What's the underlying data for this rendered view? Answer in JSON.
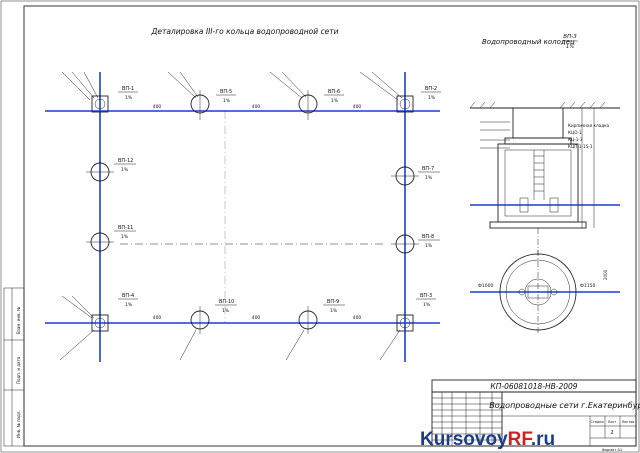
{
  "drawing": {
    "ring_title": "Деталировка III-го кольца водопроводной сети",
    "well_title": "Водопроводный колодец",
    "well_fraction": {
      "num": "ВП-3",
      "den": "1%"
    }
  },
  "wells": [
    {
      "label": "ВП-5",
      "slope": "1%"
    },
    {
      "label": "ВП-6",
      "slope": "1%"
    },
    {
      "label": "ВП-2",
      "slope": "1%"
    },
    {
      "label": "ВП-1",
      "slope": "1%"
    },
    {
      "label": "ВП-12",
      "slope": "1%"
    },
    {
      "label": "ВП-7",
      "slope": "1%"
    },
    {
      "label": "ВП-11",
      "slope": "1%"
    },
    {
      "label": "ВП-8",
      "slope": "1%"
    },
    {
      "label": "ВП-4",
      "slope": "1%"
    },
    {
      "label": "ВП-10",
      "slope": "1%"
    },
    {
      "label": "ВП-9",
      "slope": "1%"
    },
    {
      "label": "ВП-3",
      "slope": "1%"
    }
  ],
  "pipe_lengths": [
    "400",
    "400",
    "400",
    "400",
    "400",
    "400"
  ],
  "section_notes": [
    "Кирпичная кладка",
    "КЦО-1",
    "КЦ-1-3",
    "КЦП-1-15-1"
  ],
  "plan_dims": [
    "Ф1000",
    "Ф1150",
    "2000"
  ],
  "title_block": {
    "code": "КП-06081018-НВ-2009",
    "name": "Водопроводные сети г.Екатеринбург",
    "stage_header": "Стадия",
    "sheet_header": "Лист",
    "sheets_header": "Листов",
    "sheet_no": "2",
    "format": "Формат А1",
    "left_stamps": [
      "Инв. № подл.",
      "Подп. и дата",
      "Взам. инв. №"
    ]
  },
  "watermark": {
    "part1": "Kursovoy",
    "part2": "RF",
    "part3": ".ru"
  },
  "colors": {
    "pipe": "#1a3fd0",
    "ink": "#222222",
    "accent": "#d21f1f",
    "brand": "#1c3e8a"
  }
}
